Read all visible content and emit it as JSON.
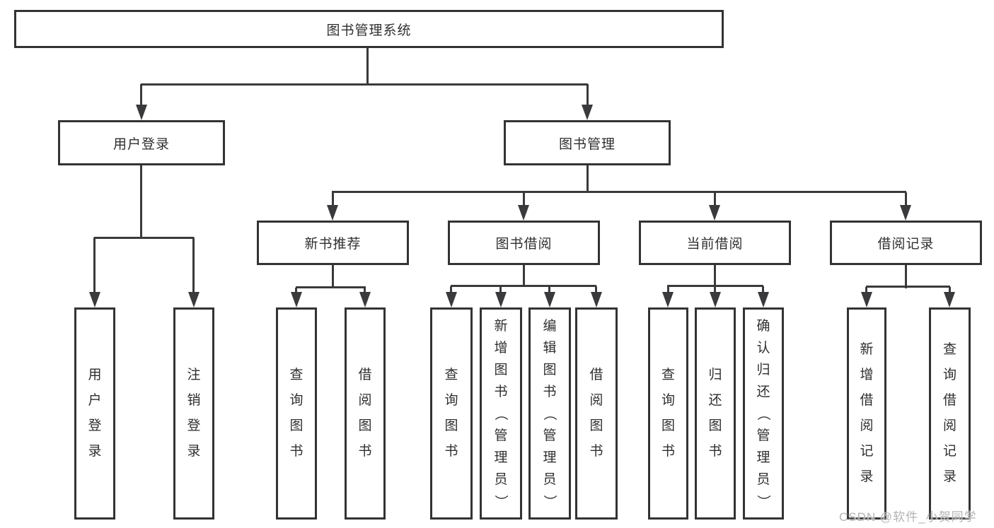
{
  "diagram": {
    "root": {
      "label": "图书管理系统"
    },
    "level2": [
      {
        "label": "用户登录"
      },
      {
        "label": "图书管理"
      }
    ],
    "level3": [
      {
        "label": "新书推荐"
      },
      {
        "label": "图书借阅"
      },
      {
        "label": "当前借阅"
      },
      {
        "label": "借阅记录"
      }
    ],
    "leaves": {
      "user_login": [
        "用户登录",
        "注销登录"
      ],
      "new_books": [
        "查询图书",
        "借阅图书"
      ],
      "book_borrow": [
        "查询图书",
        "新增图书（管理员）",
        "编辑图书（管理员）",
        "借阅图书"
      ],
      "current_borrow": [
        "查询图书",
        "归还图书",
        "确认归还（管理员）"
      ],
      "borrow_records": [
        "新增借阅记录",
        "查询借阅记录"
      ]
    }
  },
  "watermark": "CSDN @软件_小贺同学",
  "colors": {
    "line": "#3a3a3c",
    "box-border": "#333333",
    "text": "#2f2f2f",
    "watermark": "#b3b3b3",
    "bg": "#ffffff"
  }
}
